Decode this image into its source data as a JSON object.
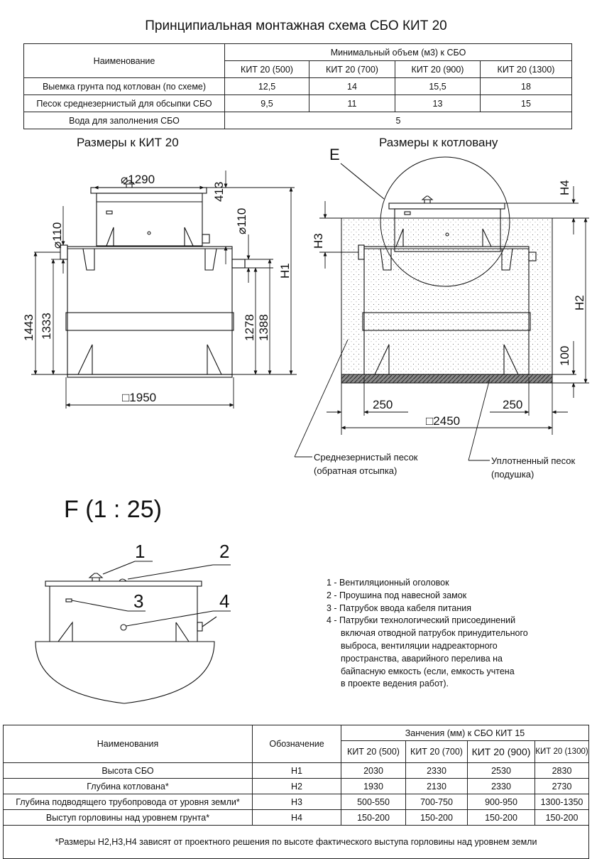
{
  "title": "Принципиальная монтажная схема СБО КИТ 20",
  "table1": {
    "name_header": "Наименование",
    "group_header": "Минимальный объем (м3) к СБО",
    "columns": [
      "КИТ 20 (500)",
      "КИТ 20 (700)",
      "КИТ 20 (900)",
      "КИТ 20 (1300)"
    ],
    "rows": [
      {
        "label": "Выемка грунта под котлован (по схеме)",
        "values": [
          "12,5",
          "14",
          "15,5",
          "18"
        ]
      },
      {
        "label": "Песок среднезернистый для обсыпки СБО",
        "values": [
          "9,5",
          "11",
          "13",
          "15"
        ]
      }
    ],
    "water_row": {
      "label": "Вода для заполнения СБО",
      "value": "5"
    }
  },
  "left_view": {
    "heading": "Размеры к КИТ 20",
    "dims": {
      "d1290": "1290",
      "d413": "413",
      "d110_left": "110",
      "d110_right": "110",
      "d1443": "1443",
      "d1333": "1333",
      "d1278": "1278",
      "d1388": "1388",
      "h1": "Н1",
      "d1950": "1950"
    }
  },
  "right_view": {
    "heading": "Размеры к котловану",
    "callout": "Е",
    "dims": {
      "h4": "Н4",
      "h3": "Н3",
      "h2": "Н2",
      "d100": "100",
      "d250_left": "250",
      "d250_right": "250",
      "d2450": "2450"
    },
    "sand_label": [
      "Среднезернистый песок",
      "(обратная отсыпка)"
    ],
    "pad_label": [
      "Уплотненный песок",
      "(подушка)"
    ]
  },
  "detail": {
    "heading": "F (1 : 25)",
    "markers": [
      "1",
      "2",
      "3",
      "4"
    ],
    "legend": [
      "1 - Вентиляционный оголовок",
      "2 - Проушина под навесной замок",
      "3 - Патрубок ввода кабеля питания",
      "4 - Патрубки технологический присоединений"
    ],
    "legend_cont": [
      "включая отводной патрубок принудительного",
      "выброса, вентиляции надреакторного",
      "пространства, аварийного перелива на",
      "байпасную емкость (если, емкость учтена",
      "в проекте ведения работ)."
    ]
  },
  "table2": {
    "name_header": "Наименования",
    "code_header": "Обозначение",
    "group_header": "Занчения (мм) к СБО КИТ 15",
    "columns": [
      "КИТ 20 (500)",
      "КИТ 20 (700)",
      "КИТ 20 (900)",
      "КИТ 20 (1300)"
    ],
    "rows": [
      {
        "label": "Высота СБО",
        "code": "Н1",
        "values": [
          "2030",
          "2330",
          "2530",
          "2830"
        ]
      },
      {
        "label": "Глубина котлована*",
        "code": "Н2",
        "values": [
          "1930",
          "2130",
          "2330",
          "2730"
        ]
      },
      {
        "label": "Глубина подводящего трубопровода от уровня земли*",
        "code": "Н3",
        "values": [
          "500-550",
          "700-750",
          "900-950",
          "1300-1350"
        ]
      },
      {
        "label": "Выступ горловины над уровнем грунта*",
        "code": "Н4",
        "values": [
          "150-200",
          "150-200",
          "150-200",
          "150-200"
        ]
      }
    ],
    "footnote": "*Размеры Н2,Н3,Н4 зависят от проектного решения по высоте фактического выступа горловины над уровнем земли"
  }
}
